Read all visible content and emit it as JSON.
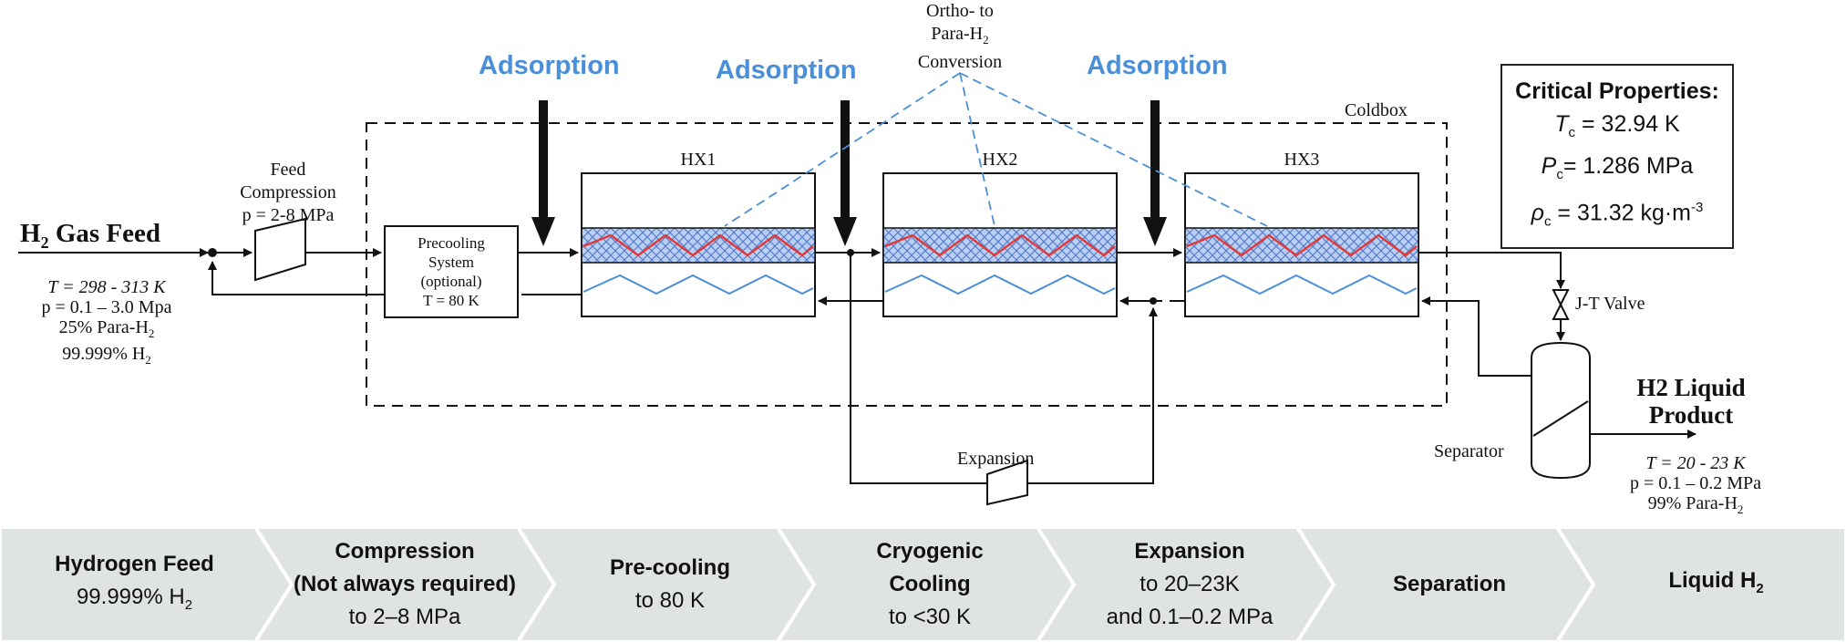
{
  "feed": {
    "title_main": "H",
    "title_sub": "2",
    "title_rest": " Gas Feed",
    "t": "T = 298 - 313 K",
    "p": "p = 0.1 – 3.0 Mpa",
    "para_a": "25% Para-H",
    "para_sub": "2",
    "purity_a": "99.999% H",
    "purity_sub": "2"
  },
  "compression": {
    "line1": "Feed",
    "line2": "Compression",
    "line3": "p = 2-8 MPa"
  },
  "precooling": {
    "line1": "Precooling",
    "line2": "System",
    "line3": "(optional)",
    "line4": "T = 80 K"
  },
  "adsorption_label": "Adsorption",
  "ortho": {
    "line1": "Ortho- to",
    "line2a": "Para-H",
    "line2sub": "2",
    "line3": "Conversion"
  },
  "coldbox_label": "Coldbox",
  "hx_labels": [
    "HX1",
    "HX2",
    "HX3"
  ],
  "expansion_label": "Expansion",
  "jt_label": "J-T Valve",
  "separator_label": "Separator",
  "product": {
    "line1": "H2 Liquid",
    "line2": "Product",
    "t": "T = 20 - 23 K",
    "p": "p = 0.1 – 0.2 MPa",
    "para_a": "99% Para-H",
    "para_sub": "2"
  },
  "critical": {
    "title": "Critical Properties:",
    "tc_sym": "T",
    "tc_sub": "c",
    "tc_val": " = 32.94 K",
    "pc_sym": "P",
    "pc_sub": "c",
    "pc_val": "= 1.286 MPa",
    "rc_sym": "ρ",
    "rc_sub": "c",
    "rc_val": " = 31.32 kg·m",
    "rc_sup": "-3"
  },
  "stages": [
    {
      "title": "Hydrogen Feed",
      "sub_a": "99.999% H",
      "sub_sub": "2"
    },
    {
      "title": "Compression",
      "title2": "(Not always required)",
      "sub": "to 2–8 MPa"
    },
    {
      "title": "Pre-cooling",
      "sub": "to 80 K"
    },
    {
      "title": "Cryogenic",
      "title2": "Cooling",
      "sub": "to <30 K"
    },
    {
      "title": "Expansion",
      "sub": "to 20–23K",
      "sub2": "and 0.1–0.2 MPa"
    },
    {
      "title": "Separation"
    },
    {
      "title": "Liquid H",
      "title_sub": "2"
    }
  ],
  "colors": {
    "blue": "#4a8fd8",
    "red": "#e03a3a",
    "chevron_fill": "#dfe3e2",
    "hatch_fill": "#a8c4f0"
  }
}
